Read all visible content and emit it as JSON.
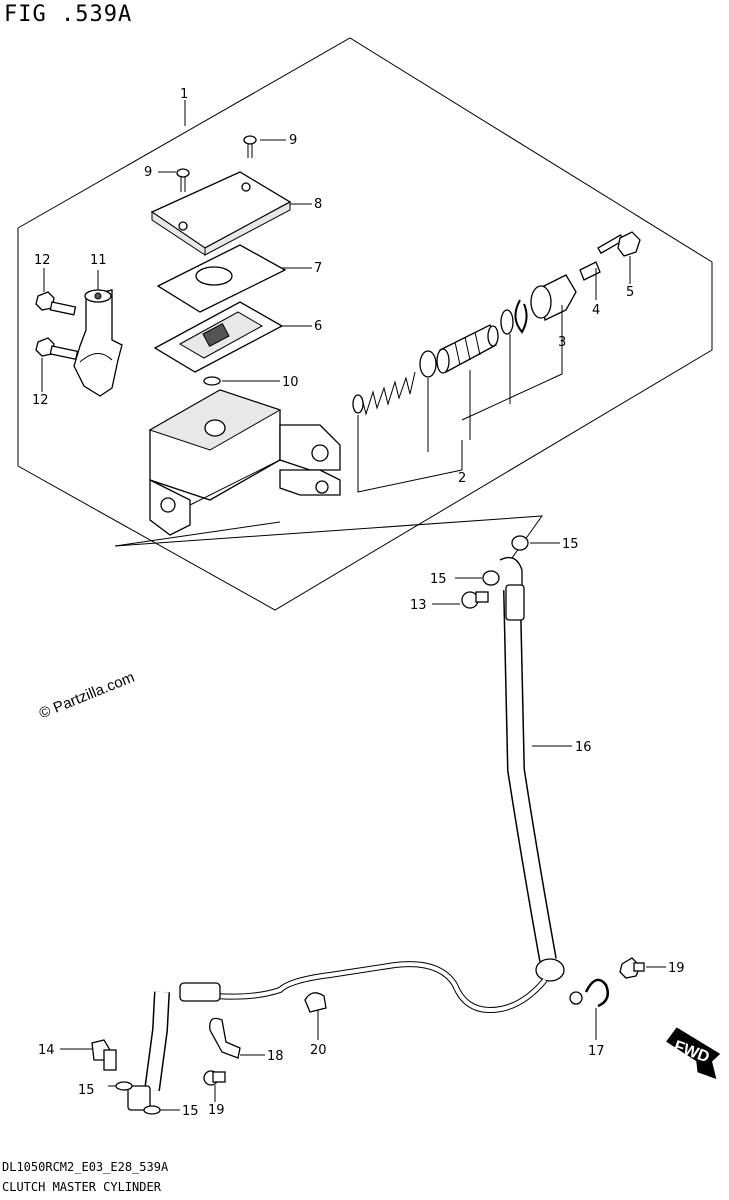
{
  "figure": {
    "title": "FIG .539A",
    "code": "DL1050RCM2_E03_E28_539A",
    "name": "CLUTCH MASTER CYLINDER",
    "watermark": "© Partzilla.com",
    "fwd_label": "FWD"
  },
  "callouts": [
    {
      "id": "c1",
      "label": "1"
    },
    {
      "id": "c2",
      "label": "2"
    },
    {
      "id": "c3",
      "label": "3"
    },
    {
      "id": "c4",
      "label": "4"
    },
    {
      "id": "c5",
      "label": "5"
    },
    {
      "id": "c6",
      "label": "6"
    },
    {
      "id": "c7",
      "label": "7"
    },
    {
      "id": "c8",
      "label": "8"
    },
    {
      "id": "c9a",
      "label": "9"
    },
    {
      "id": "c9b",
      "label": "9"
    },
    {
      "id": "c10",
      "label": "10"
    },
    {
      "id": "c11",
      "label": "11"
    },
    {
      "id": "c12a",
      "label": "12"
    },
    {
      "id": "c12b",
      "label": "12"
    },
    {
      "id": "c13",
      "label": "13"
    },
    {
      "id": "c14",
      "label": "14"
    },
    {
      "id": "c15a",
      "label": "15"
    },
    {
      "id": "c15b",
      "label": "15"
    },
    {
      "id": "c15c",
      "label": "15"
    },
    {
      "id": "c15d",
      "label": "15"
    },
    {
      "id": "c16",
      "label": "16"
    },
    {
      "id": "c17",
      "label": "17"
    },
    {
      "id": "c18",
      "label": "18"
    },
    {
      "id": "c19a",
      "label": "19"
    },
    {
      "id": "c19b",
      "label": "19"
    },
    {
      "id": "c20",
      "label": "20"
    }
  ]
}
